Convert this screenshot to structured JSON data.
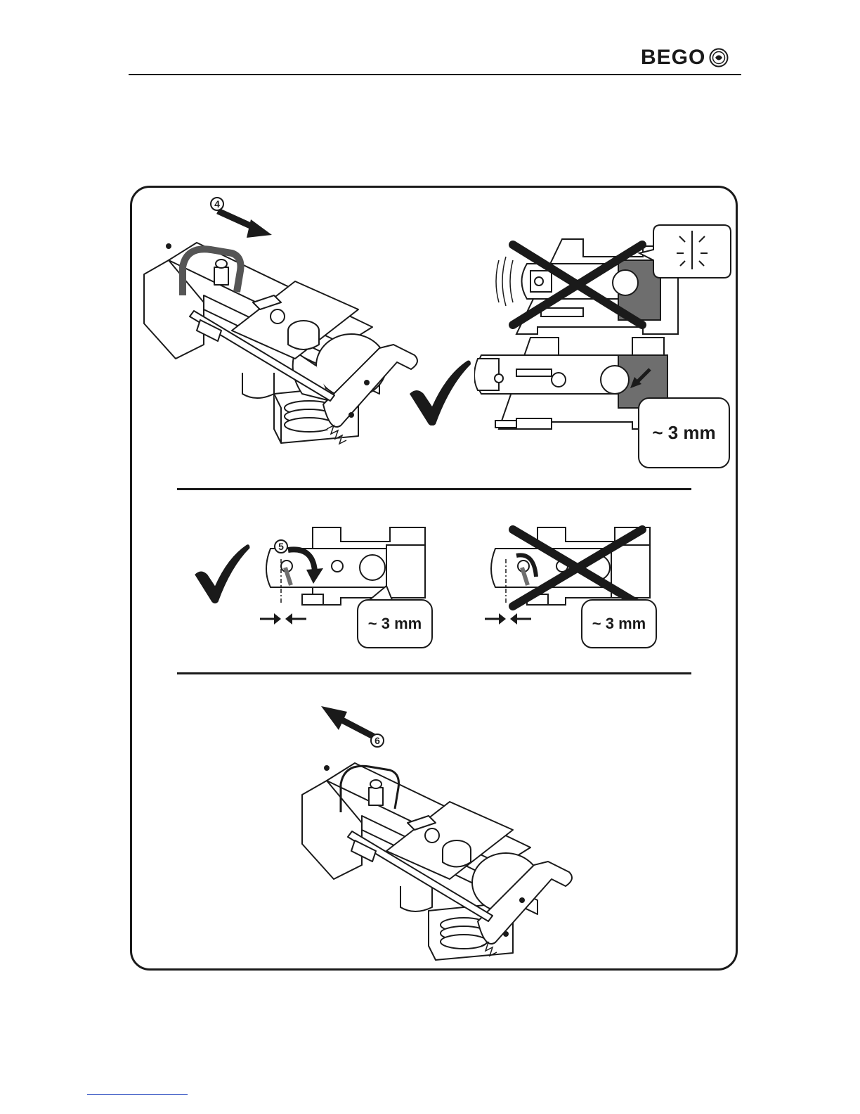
{
  "header": {
    "brand": "BEGO",
    "logo_icon": "bego-seal-icon"
  },
  "steps": {
    "step4": "4",
    "step5": "5",
    "step6": "6"
  },
  "labels": {
    "gap_top": "~ 3 mm",
    "gap_mid_ok": "~ 3 mm",
    "gap_mid_bad": "~ 3 mm"
  },
  "icons": {
    "correct": "checkmark-icon",
    "wrong": "cross-icon",
    "pull": "arrow-icon",
    "rotate": "rotate-arrow-icon",
    "spark": "spark-icon"
  },
  "colors": {
    "ink": "#1a1a1a",
    "shade": "#6e6e6e",
    "link": "#3a58c4"
  }
}
